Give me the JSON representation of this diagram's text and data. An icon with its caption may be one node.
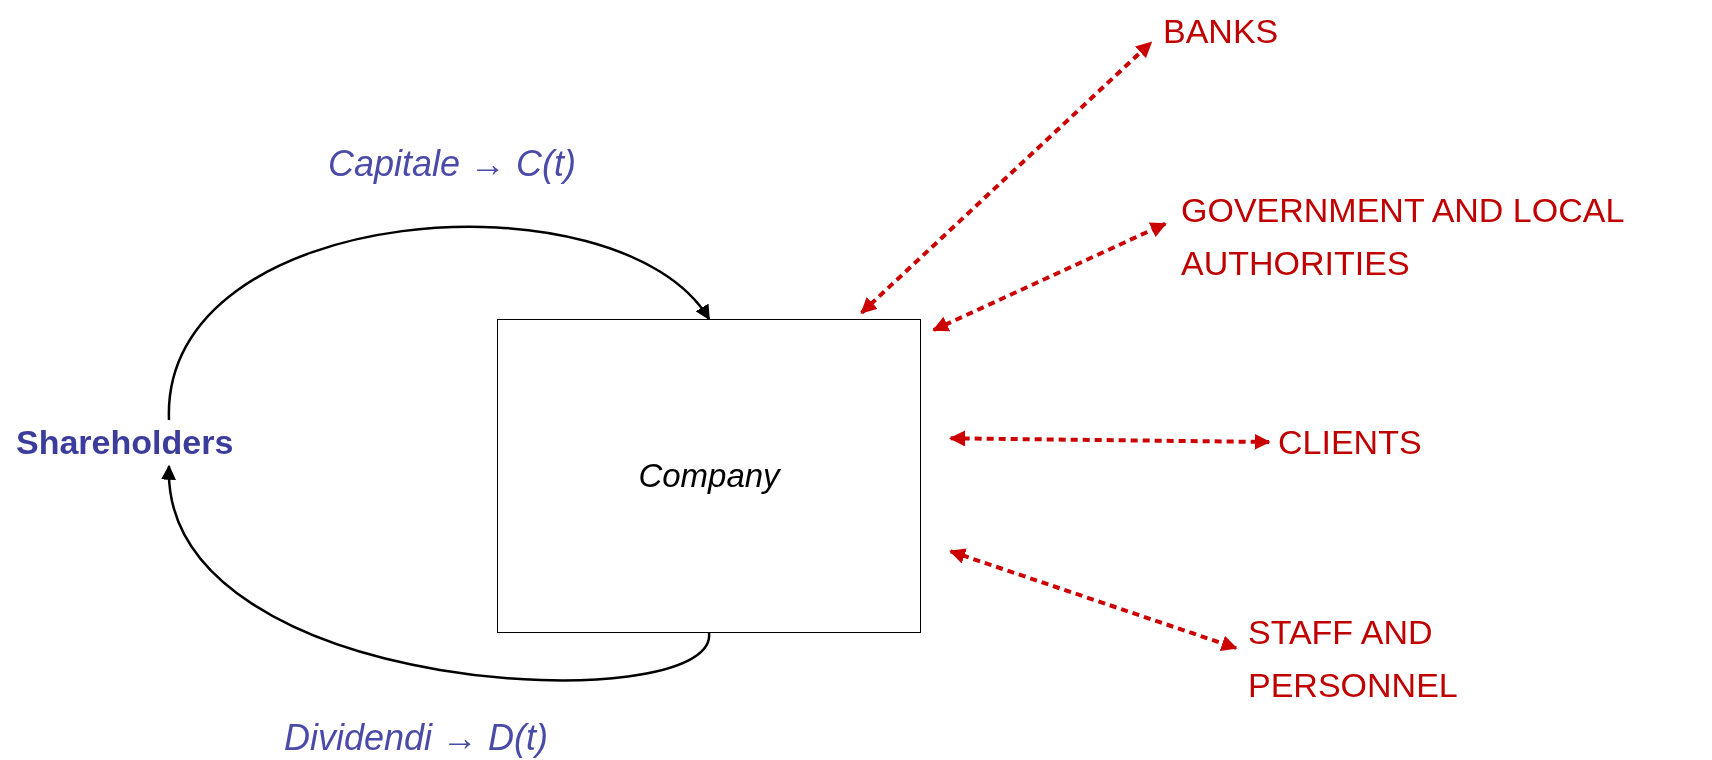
{
  "diagram": {
    "nodes": [
      {
        "text": [
          "Shareholders"
        ]
      },
      {
        "text": [
          "Company"
        ]
      },
      {
        "text": [
          "BANKS"
        ]
      },
      {
        "text": [
          "GOVERNMENT AND LOCAL AUTHORITIES"
        ]
      },
      {
        "text": [
          "CLIENTS"
        ]
      },
      {
        "text": [
          "STAFF AND PERSONNEL"
        ]
      }
    ],
    "edges": [
      {
        "from": 0,
        "to": 1,
        "arrow": "to",
        "label": "Capitale → C(t)",
        "color": "#000000"
      },
      {
        "from": 1,
        "to": 0,
        "arrow": "to",
        "label": "Dividendi → D(t)",
        "color": "#000000"
      },
      {
        "from": 1,
        "to": 2,
        "arrow": "both",
        "style": "dashed",
        "color": "#cc0000"
      },
      {
        "from": 1,
        "to": 3,
        "arrow": "both",
        "style": "dashed",
        "color": "#cc0000"
      },
      {
        "from": 1,
        "to": 4,
        "arrow": "both",
        "style": "dashed",
        "color": "#cc0000"
      },
      {
        "from": 1,
        "to": 5,
        "arrow": "both",
        "style": "dashed",
        "color": "#cc0000"
      }
    ]
  }
}
